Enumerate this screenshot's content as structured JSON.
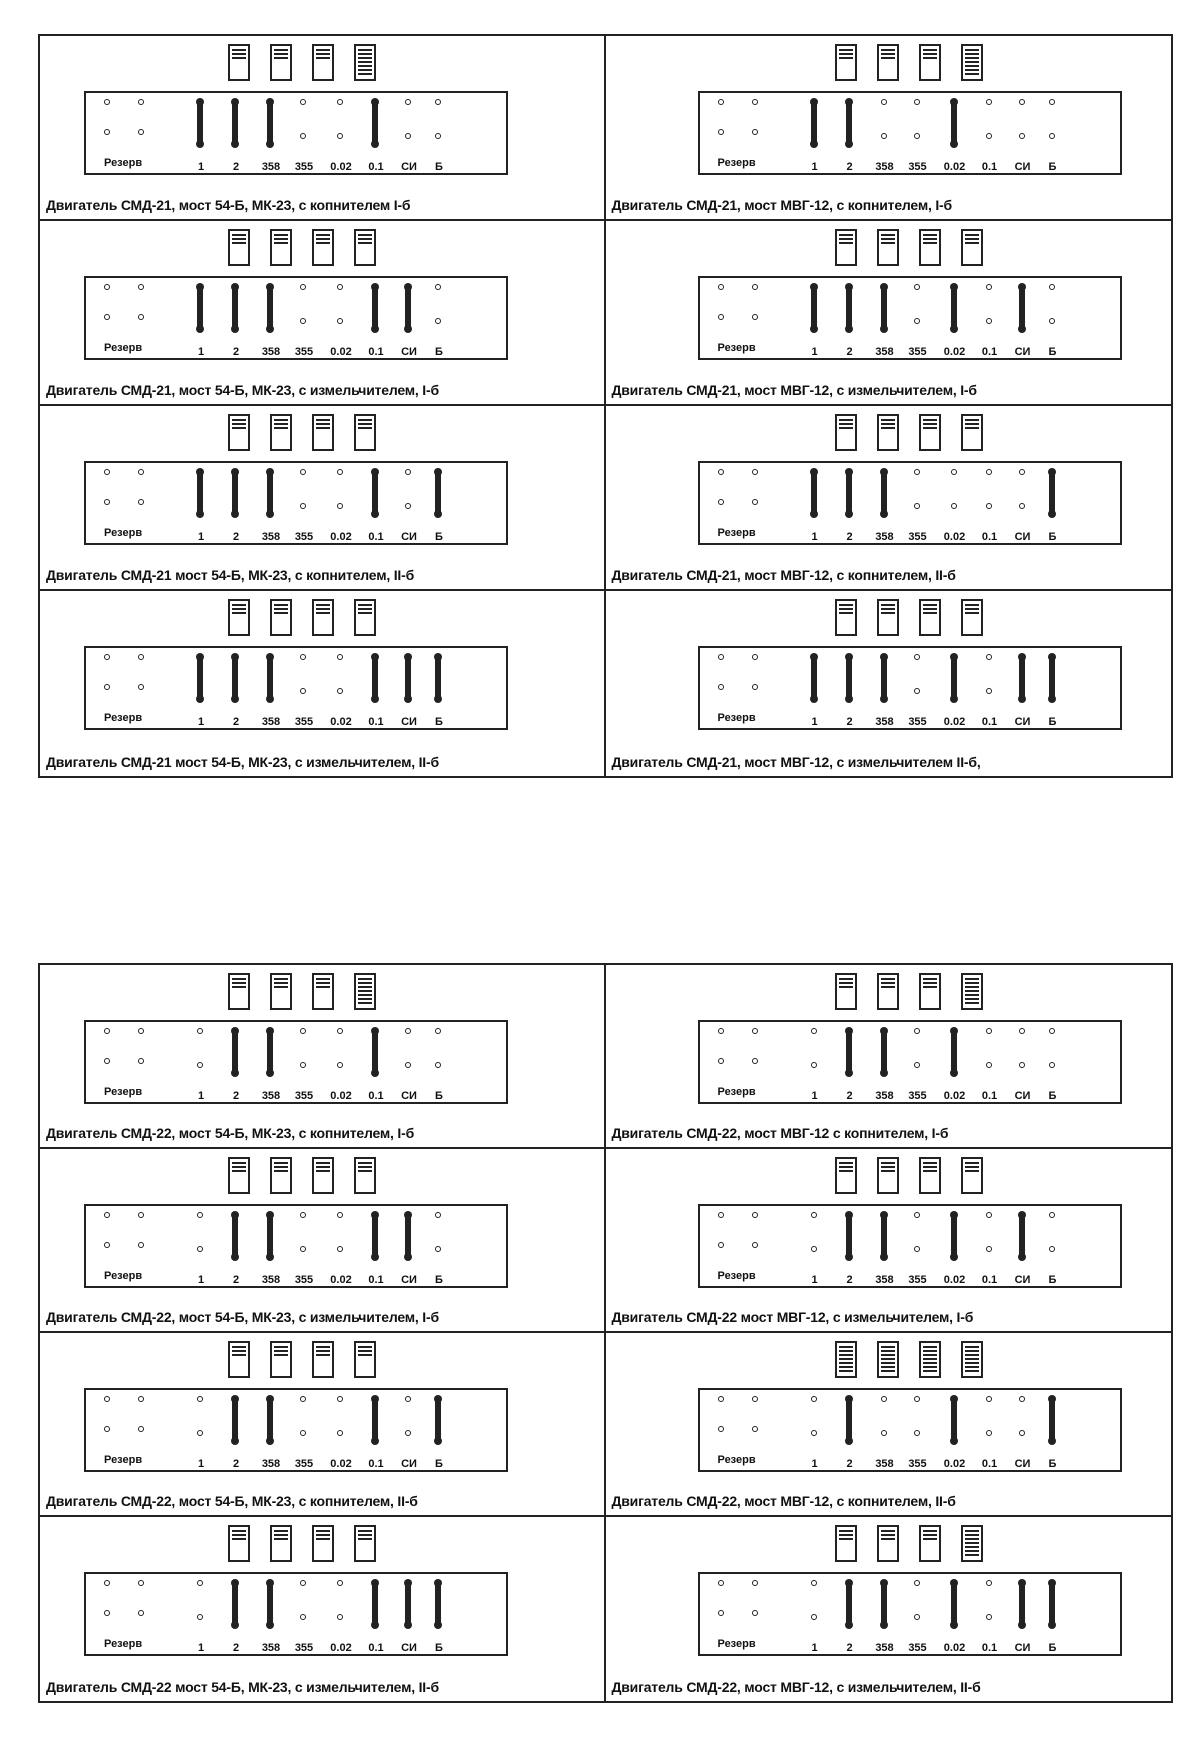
{
  "panel": {
    "reserve_label": "Резерв",
    "position_labels": [
      "1",
      "2",
      "358",
      "355",
      "0.02",
      "0.1",
      "СИ",
      "Б"
    ]
  },
  "groups": [
    {
      "cells": [
        {
          "caption": "Двигатель СМД-21, мост 54-Б, МК-23, с копнителем I-б",
          "closed": [
            true,
            true,
            true,
            false,
            false,
            true,
            false,
            false
          ],
          "dark_switch": [
            false,
            false,
            false,
            true
          ]
        },
        {
          "caption": "Двигатель СМД-21, мост МВГ-12, с копнителем, I-б",
          "closed": [
            true,
            true,
            false,
            false,
            true,
            false,
            false,
            false
          ],
          "dark_switch": [
            false,
            false,
            false,
            true
          ]
        },
        {
          "caption": "Двигатель СМД-21, мост 54-Б, МК-23, с измельчителем, I-б",
          "closed": [
            true,
            true,
            true,
            false,
            false,
            true,
            true,
            false
          ],
          "dark_switch": [
            false,
            false,
            false,
            false
          ]
        },
        {
          "caption": "Двигатель СМД-21, мост МВГ-12, с измельчителем, I-б",
          "closed": [
            true,
            true,
            true,
            false,
            true,
            false,
            true,
            false
          ],
          "dark_switch": [
            false,
            false,
            false,
            false
          ]
        },
        {
          "caption": "Двигатель СМД-21 мост 54-Б, МК-23, с копнителем, II-б",
          "closed": [
            true,
            true,
            true,
            false,
            false,
            true,
            false,
            true
          ],
          "dark_switch": [
            false,
            false,
            false,
            false
          ]
        },
        {
          "caption": "Двигатель СМД-21, мост МВГ-12, с копнителем, II-б",
          "closed": [
            true,
            true,
            true,
            false,
            false,
            false,
            false,
            true
          ],
          "dark_switch": [
            false,
            false,
            false,
            false
          ]
        },
        {
          "caption": "Двигатель СМД-21 мост 54-Б, МК-23, с измельчителем, II-б",
          "closed": [
            true,
            true,
            true,
            false,
            false,
            true,
            true,
            true
          ],
          "dark_switch": [
            false,
            false,
            false,
            false
          ]
        },
        {
          "caption": "Двигатель СМД-21, мост МВГ-12, с измельчителем II-б,",
          "closed": [
            true,
            true,
            true,
            false,
            true,
            false,
            true,
            true
          ],
          "dark_switch": [
            false,
            false,
            false,
            false
          ]
        }
      ]
    },
    {
      "cells": [
        {
          "caption": "Двигатель СМД-22, мост 54-Б, МК-23, с копнителем, I-б",
          "closed": [
            false,
            true,
            true,
            false,
            false,
            true,
            false,
            false
          ],
          "dark_switch": [
            false,
            false,
            false,
            true
          ]
        },
        {
          "caption": "Двигатель СМД-22, мост МВГ-12 с копнителем, I-б",
          "closed": [
            false,
            true,
            true,
            false,
            true,
            false,
            false,
            false
          ],
          "dark_switch": [
            false,
            false,
            false,
            true
          ]
        },
        {
          "caption": "Двигатель СМД-22, мост 54-Б, МК-23, с измельчителем, I-б",
          "closed": [
            false,
            true,
            true,
            false,
            false,
            true,
            true,
            false
          ],
          "dark_switch": [
            false,
            false,
            false,
            false
          ]
        },
        {
          "caption": "Двигатель СМД-22 мост МВГ-12, с измельчителем, I-б",
          "closed": [
            false,
            true,
            true,
            false,
            true,
            false,
            true,
            false
          ],
          "dark_switch": [
            false,
            false,
            false,
            false
          ]
        },
        {
          "caption": "Двигатель СМД-22, мост 54-Б, МК-23, с копнителем, II-б",
          "closed": [
            false,
            true,
            true,
            false,
            false,
            true,
            false,
            true
          ],
          "dark_switch": [
            false,
            false,
            false,
            false
          ]
        },
        {
          "caption": "Двигатель СМД-22, мост МВГ-12, с копнителем, II-б",
          "closed": [
            false,
            true,
            false,
            false,
            true,
            false,
            false,
            true
          ],
          "dark_switch": [
            true,
            true,
            true,
            true
          ]
        },
        {
          "caption": "Двигатель СМД-22 мост 54-Б, МК-23, с измельчителем, II-б",
          "closed": [
            false,
            true,
            true,
            false,
            false,
            true,
            true,
            true
          ],
          "dark_switch": [
            false,
            false,
            false,
            false
          ]
        },
        {
          "caption": "Двигатель СМД-22, мост МВГ-12, с измельчителем, II-б",
          "closed": [
            false,
            true,
            true,
            false,
            true,
            false,
            true,
            true
          ],
          "dark_switch": [
            false,
            false,
            false,
            true
          ]
        }
      ]
    }
  ]
}
